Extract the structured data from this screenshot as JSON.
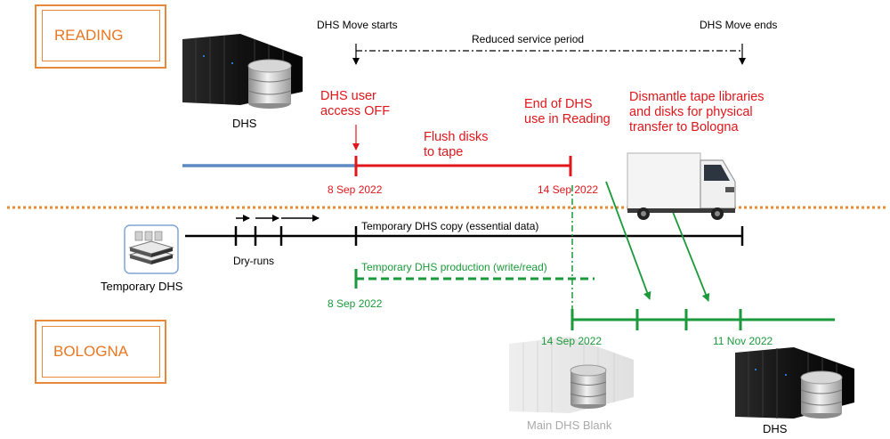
{
  "sites": {
    "reading": "READING",
    "bologna": "BOLOGNA"
  },
  "move": {
    "starts": "DHS Move starts",
    "ends": "DHS Move ends",
    "reduced_service": "Reduced service period"
  },
  "reading_systems": {
    "dhs_label": "DHS"
  },
  "reading_steps": {
    "access_off": "DHS user\naccess OFF",
    "flush": "Flush disks\nto tape",
    "end_use": "End of DHS\nuse in Reading",
    "dismantle": "Dismantle tape libraries\nand disks for physical\ntransfer to Bologna"
  },
  "dates": {
    "sep8_reading": "8 Sep 2022",
    "sep14_reading": "14 Sep 2022",
    "sep8_temp": "8 Sep 2022",
    "sep14_bologna": "14 Sep 2022",
    "nov11_bologna": "11 Nov 2022"
  },
  "temporary": {
    "label": "Temporary DHS",
    "dry_runs": "Dry-runs",
    "copy": "Temporary DHS copy (essential data)",
    "production": "Temporary DHS production (write/read)"
  },
  "bologna_systems": {
    "main_blank": "Main DHS Blank",
    "dhs_label": "DHS"
  },
  "icons": [
    "server-rack-icon",
    "database-icon",
    "truck-icon",
    "storage-stack-icon",
    "arrow-icon"
  ],
  "colors": {
    "site_accent": "#e87722",
    "reading_line": "#5b8ac4",
    "red_phase": "#e0161b",
    "green_phase": "#1a9a3a",
    "separator": "#ea8a2e"
  }
}
